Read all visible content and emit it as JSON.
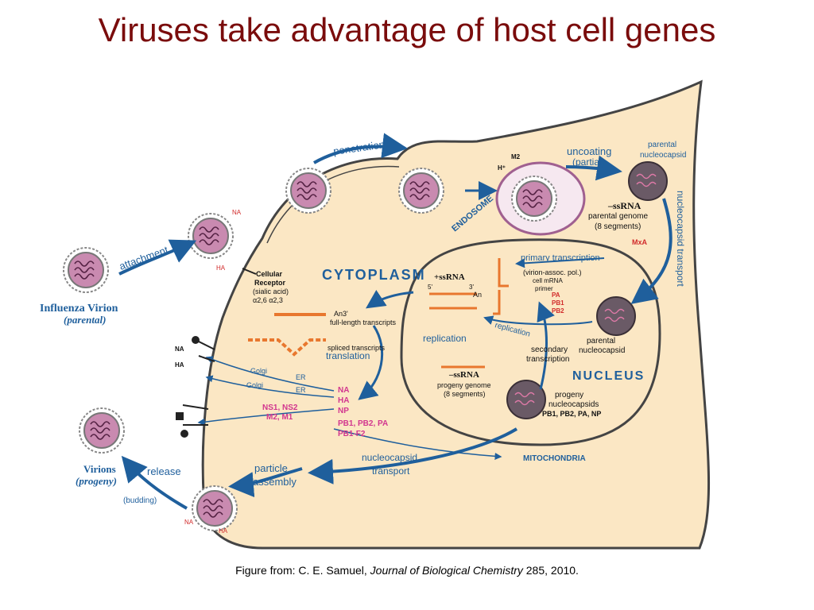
{
  "title": "Viruses take advantage of host cell genes",
  "caption": {
    "prefix": "Figure from: C. E. Samuel, ",
    "journal": "Journal of Biological Chemistry",
    "suffix": " 285, 2010."
  },
  "colors": {
    "title": "#7a0c0c",
    "cell_fill": "#fbe7c4",
    "arrow": "#1f5f9c",
    "transcript": "#e8772e",
    "pink_text": "#d2368f",
    "red_text": "#d12a2a"
  },
  "diagram": {
    "compartments": {
      "endosome": "ENDOSOME",
      "cytoplasm": "CYTOPLASM",
      "nucleus": "NUCLEUS",
      "mitochondria": "MITOCHONDRIA"
    },
    "virion_parental": {
      "line1": "Influenza Virion",
      "line2": "(parental)"
    },
    "virion_progeny": {
      "line1": "Virions",
      "line2": "(progeny)"
    },
    "steps": {
      "attachment": "attachment",
      "penetration": "penetration",
      "uncoating": "uncoating",
      "partial": "(partial)",
      "release": "release",
      "budding": "(budding)",
      "particle": "particle",
      "assembly": "assembly",
      "nucleocapsid": "nucleocapsid",
      "transport": "transport",
      "nucleocapsid_transport": "nucleocapsid transport",
      "translation": "translation",
      "replication_left": "replication",
      "replication_right": "replication",
      "primary_transcription": "primary transcription",
      "virion_pol": "(virion-assoc. pol.)",
      "secondary_1": "secondary",
      "secondary_2": "transcription"
    },
    "labels": {
      "na_top": "NA",
      "ha_top": "HA",
      "receptor_1": "Cellular",
      "receptor_2": "Receptor",
      "receptor_3": "(sialic acid)",
      "receptor_4": "α2,6  α2,3",
      "m2": "M2",
      "h_plus": "H⁺",
      "parental_nc_1": "parental",
      "parental_nc_2": "nucleocapsid",
      "neg_ssrna": "–ssRNA",
      "parental_genome": "parental genome",
      "segments_8": "(8 segments)",
      "mxa": "MxA",
      "pos_ssrna": "+ssRNA",
      "an_label": "An",
      "five_prime": "5'",
      "three_prime": "3'",
      "an3": "An3'",
      "full_length": "full-length transcripts",
      "spliced": "spliced transcripts",
      "cell_mrna_1": "cell mRNA",
      "cell_mrna_2": "primer",
      "pa": "PA",
      "pb1": "PB1",
      "pb2": "PB2",
      "parental_nc2_1": "parental",
      "parental_nc2_2": "nucleocapsid",
      "neg_ssrna2": "–ssRNA",
      "progeny_genome": "progeny genome",
      "segments_8b": "(8 segments)",
      "progeny_nc_1": "progeny",
      "progeny_nc_2": "nucleocapsids",
      "progeny_nc_3": "PB1, PB2, PA, NP",
      "golgi_1": "Golgi",
      "golgi_2": "Golgi",
      "er_1": "ER",
      "er_2": "ER",
      "na_mem": "NA",
      "ha_mem": "HA",
      "ns_1": "NS1, NS2",
      "ns_2": "M2, M1",
      "prot_na": "NA",
      "prot_ha": "HA",
      "prot_np": "NP",
      "prot_pol": "PB1, PB2, PA",
      "prot_f2": "PB1-F2",
      "na_bottom": "NA",
      "ha_bottom": "HA"
    }
  }
}
